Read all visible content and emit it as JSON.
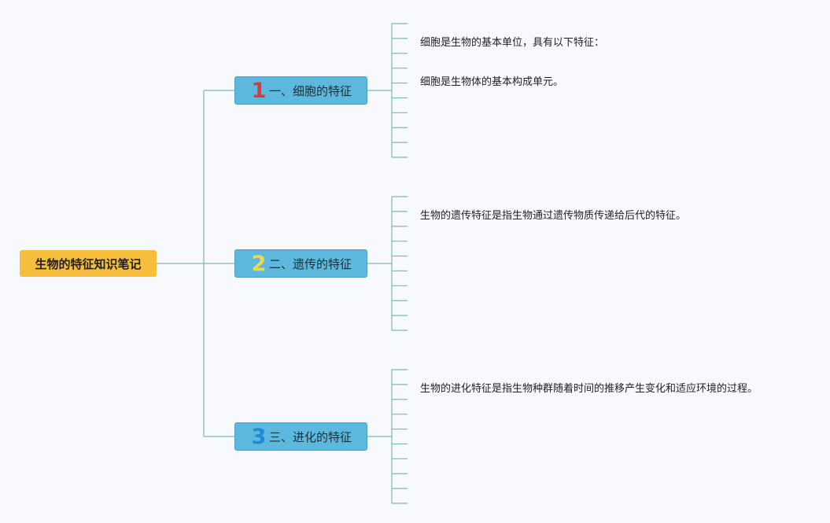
{
  "root": {
    "label": "生物的特征知识笔记"
  },
  "branches": [
    {
      "number": "1",
      "number_color": "#d83a3f",
      "label": "一、细胞的特征",
      "details": [
        "细胞是生物的基本单位，具有以下特征：",
        "细胞是生物体的基本构成单元。"
      ]
    },
    {
      "number": "2",
      "number_color": "#f2d94c",
      "label": "二、遗传的特征",
      "details": [
        "生物的遗传特征是指生物通过遗传物质传递给后代的特征。"
      ]
    },
    {
      "number": "3",
      "number_color": "#1f8ad6",
      "label": "三、进化的特征",
      "details": [
        "生物的进化特征是指生物种群随着时间的推移产生变化和适应环境的过程。"
      ]
    }
  ],
  "colors": {
    "connector": "#7fb9ad",
    "root_fill": "#f7bd3c",
    "branch_fill": "#5cb8dc"
  }
}
